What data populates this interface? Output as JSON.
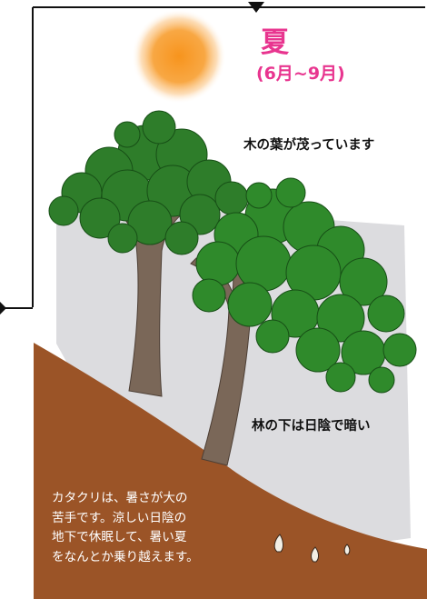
{
  "title": "夏",
  "period": "(6月~9月)",
  "captions": {
    "leaves": "木の葉が茂っています",
    "shade": "林の下は日陰で暗い"
  },
  "note": {
    "lines": [
      "カタクリは、暑さが大の",
      "苦手です。涼しい日陰の",
      "地下で休眠して、暑い夏",
      "をなんとか乗り越えます。"
    ]
  },
  "colors": {
    "title": "#e8358f",
    "soil": "#9b5427",
    "foliage": "#2e7d2a",
    "sun": "#f7941d",
    "shade": "#dcdcdf",
    "trunk": "#7a6758"
  },
  "icons": [
    "sun-icon",
    "tree-icon",
    "bulb-icon"
  ]
}
